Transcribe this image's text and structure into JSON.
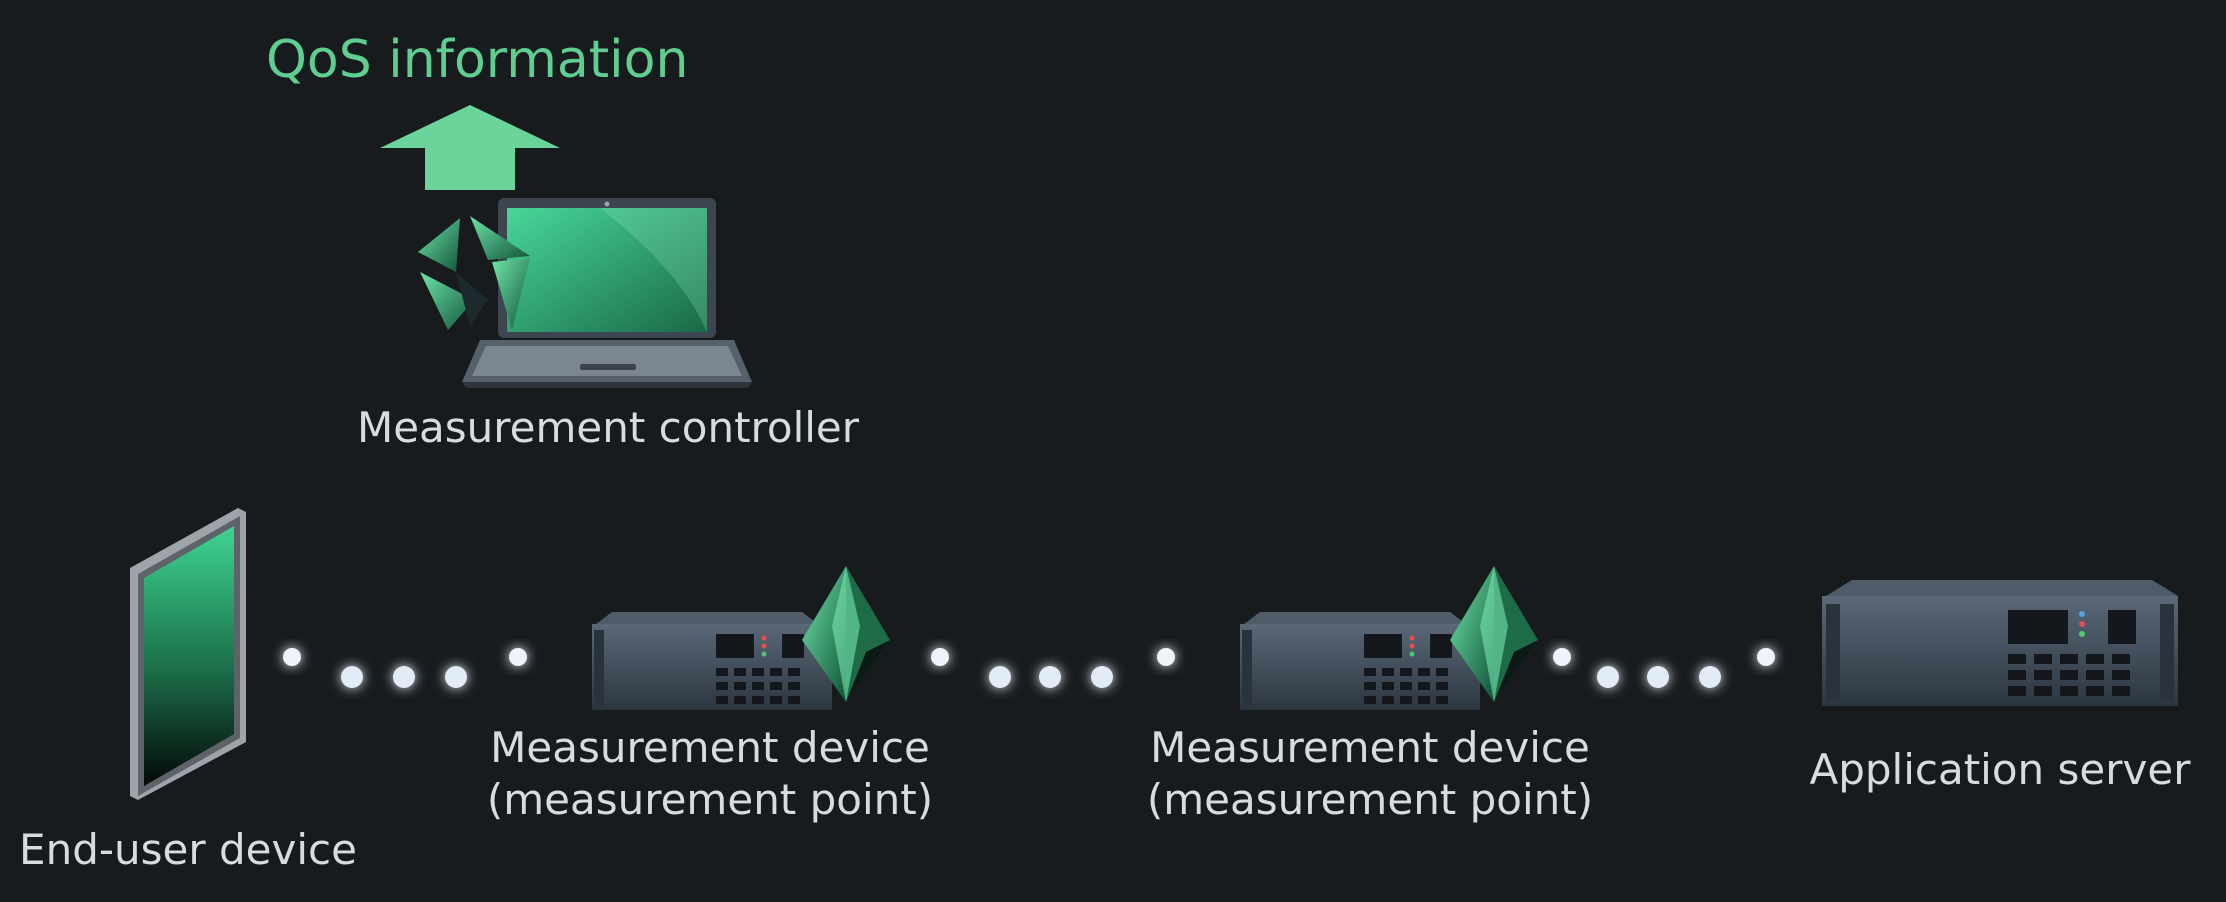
{
  "qos_label": "QoS information",
  "controller": {
    "label": "Measurement controller"
  },
  "end_user": {
    "label": "End-user device"
  },
  "measurement_device_1": {
    "line1": "Measurement device",
    "line2": "(measurement point)"
  },
  "measurement_device_2": {
    "line1": "Measurement device",
    "line2": "(measurement point)"
  },
  "app_server": {
    "label": "Application server"
  },
  "colors": {
    "background": "#181b1e",
    "accent_green": "#5ecf90",
    "link_glow": "#7fb6e6",
    "text": "#d7dce2"
  }
}
